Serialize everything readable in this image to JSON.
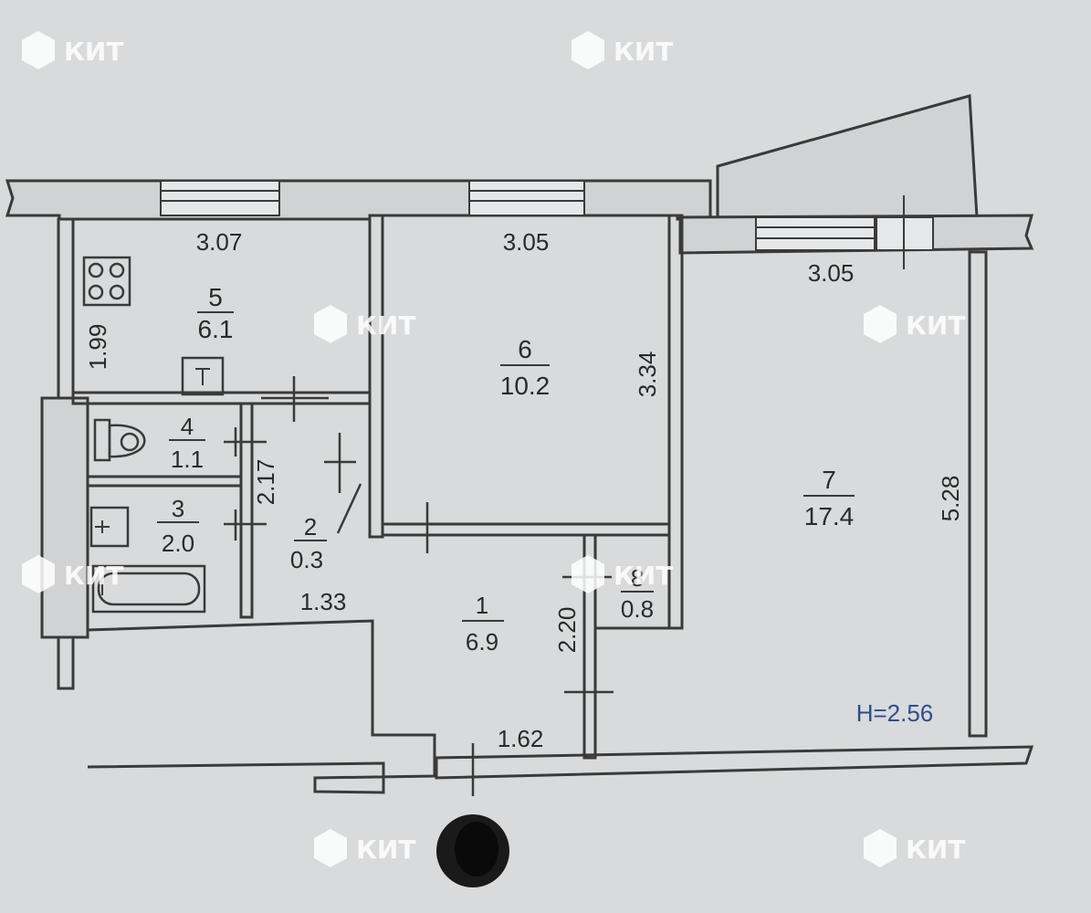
{
  "rooms": [
    {
      "number": "1",
      "area": "6.9"
    },
    {
      "number": "2",
      "area": "0.3"
    },
    {
      "number": "3",
      "area": "2.0"
    },
    {
      "number": "4",
      "area": "1.1"
    },
    {
      "number": "5",
      "area": "6.1"
    },
    {
      "number": "6",
      "area": "10.2"
    },
    {
      "number": "7",
      "area": "17.4"
    },
    {
      "number": "8",
      "area": "0.8"
    }
  ],
  "dimensions": {
    "kitchen_width": "3.07",
    "kitchen_depth": "1.99",
    "bedroom_width": "3.05",
    "bedroom_depth": "3.34",
    "living_width": "3.05",
    "living_depth": "5.28",
    "corridor_depth": "2.17",
    "hall_width": "1.33",
    "closet_depth": "2.20",
    "entrance_width": "1.62"
  },
  "ceiling_height": "H=2.56",
  "watermark": "КИТ",
  "colors": {
    "background": "#d8dadb",
    "lines": "#3a3a3a",
    "ceiling_label": "#2f4d8c"
  }
}
